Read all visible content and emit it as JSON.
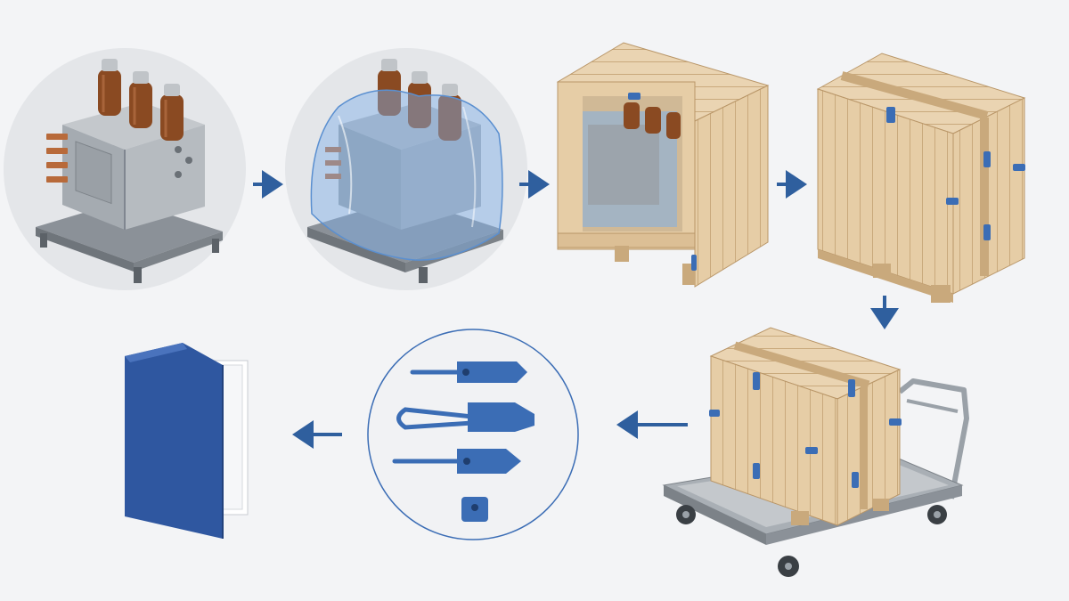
{
  "diagram": {
    "type": "process-flow",
    "steps": [
      {
        "id": "breaker",
        "icon": "vacuum-breaker-unit-icon"
      },
      {
        "id": "wrapped",
        "icon": "plastic-wrapped-unit-icon"
      },
      {
        "id": "open-crate",
        "icon": "open-wooden-crate-icon"
      },
      {
        "id": "closed-crate",
        "icon": "closed-wooden-crate-icon"
      },
      {
        "id": "crate-on-trolley",
        "icon": "crate-on-trolley-icon"
      },
      {
        "id": "seals",
        "icon": "security-seal-tags-icon"
      },
      {
        "id": "document",
        "icon": "document-folder-icon"
      }
    ],
    "arrows": [
      {
        "from": "breaker",
        "to": "wrapped",
        "direction": "right"
      },
      {
        "from": "wrapped",
        "to": "open-crate",
        "direction": "right"
      },
      {
        "from": "open-crate",
        "to": "closed-crate",
        "direction": "right"
      },
      {
        "from": "closed-crate",
        "to": "crate-on-trolley",
        "direction": "down"
      },
      {
        "from": "crate-on-trolley",
        "to": "seals",
        "direction": "left"
      },
      {
        "from": "seals",
        "to": "document",
        "direction": "left"
      }
    ],
    "colors": {
      "background": "#f3f4f6",
      "arrow": "#2f5f9e",
      "wood": "#e6cda6",
      "wood_dark": "#b99668",
      "steel": "#9aa1a8",
      "copper": "#8a4a22",
      "film": "#7fb0e8",
      "seal_blue": "#3b6db5",
      "folder_blue": "#2f57a0"
    }
  }
}
